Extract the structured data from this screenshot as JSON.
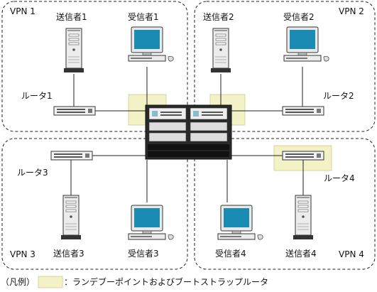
{
  "vpns": [
    {
      "id": "vpn1",
      "label": "VPN 1"
    },
    {
      "id": "vpn2",
      "label": "VPN 2"
    },
    {
      "id": "vpn3",
      "label": "VPN 3"
    },
    {
      "id": "vpn4",
      "label": "VPN 4"
    }
  ],
  "senders": [
    "送信者1",
    "送信者2",
    "送信者3",
    "送信者4"
  ],
  "receivers": [
    "受信者1",
    "受信者2",
    "受信者3",
    "受信者4"
  ],
  "routers": [
    "ルータ1",
    "ルータ2",
    "ルータ3",
    "ルータ4"
  ],
  "legend": {
    "prefix": "（凡例）",
    "description": "：ランデブーポイントおよびブートストラップルータ",
    "highlight_color": "#f3f2c6"
  },
  "colors": {
    "monitor_screen": "#1a8bb3",
    "line": "#222222"
  }
}
